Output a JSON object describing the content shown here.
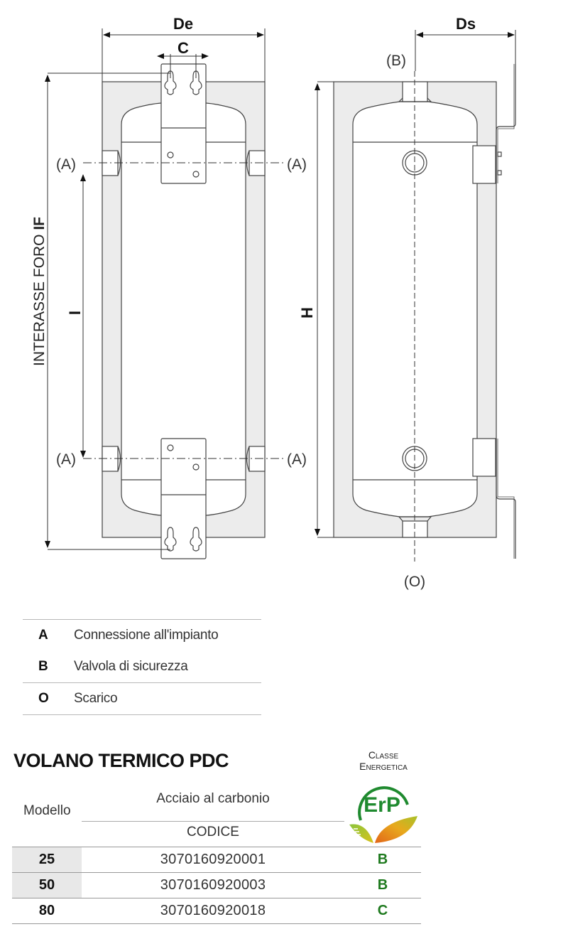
{
  "drawing": {
    "dimensions": {
      "de": "De",
      "c": "C",
      "ds": "Ds",
      "i": "I",
      "h": "H",
      "interasse_prefix": "INTERASSE FORO ",
      "interasse_bold": "IF"
    },
    "connection_labels": {
      "a": "(A)",
      "b": "(B)",
      "o": "(O)"
    }
  },
  "legend": [
    {
      "key": "A",
      "description": "Connessione all'impianto"
    },
    {
      "key": "B",
      "description": "Valvola di sicurezza"
    },
    {
      "key": "O",
      "description": "Scarico"
    }
  ],
  "product": {
    "title": "VOLANO TERMICO PDC",
    "energy_class_heading": [
      "Classe",
      "Energetica"
    ],
    "energy_logo_text": "ErP",
    "brand_colors": {
      "green": "#1f7a1f",
      "leaf_yellow": "#d8c21a",
      "leaf_orange": "#e07a1a"
    }
  },
  "table": {
    "header_model": "Modello",
    "header_material": "Acciaio al carbonio",
    "header_code": "CODICE",
    "rows": [
      {
        "model": "25",
        "code": "3070160920001",
        "energy_class": "B"
      },
      {
        "model": "50",
        "code": "3070160920003",
        "energy_class": "B"
      },
      {
        "model": "80",
        "code": "3070160920018",
        "energy_class": "C"
      }
    ]
  }
}
